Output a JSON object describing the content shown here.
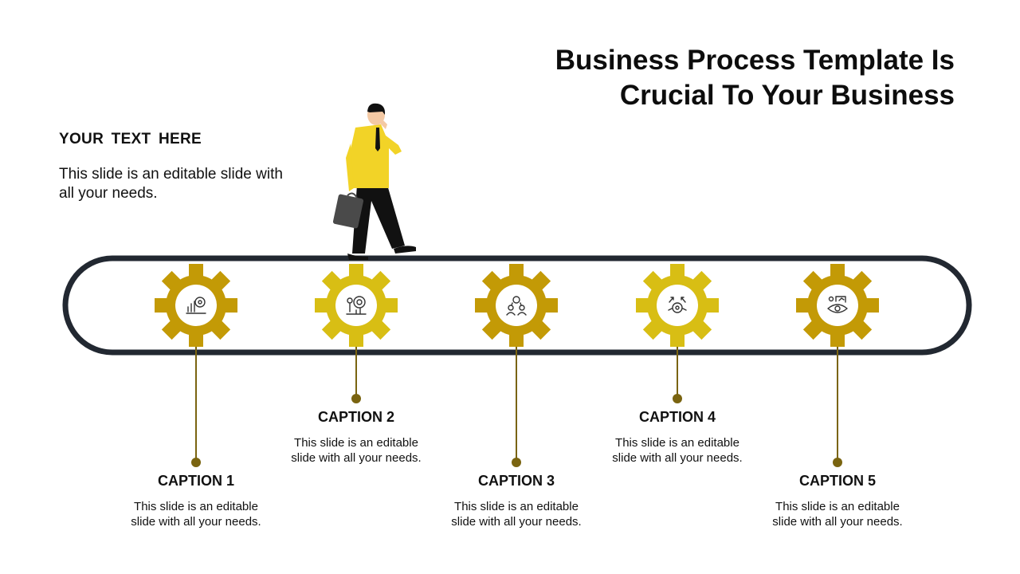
{
  "title": {
    "line1": "Business Process Template Is",
    "line2": "Crucial To Your Business"
  },
  "intro": {
    "heading": "YOUR  TEXT HERE",
    "body": "This slide is an editable slide with all your needs."
  },
  "colors": {
    "track": "#222831",
    "gear_dark": "#c39a06",
    "gear_light": "#d8be14",
    "connector": "#7a6410",
    "suit": "#f2d327"
  },
  "steps": [
    {
      "caption": "CAPTION 1",
      "text": "This slide is an editable slide with all your needs.",
      "icon": "growth-chart-gear-icon"
    },
    {
      "caption": "CAPTION 2",
      "text": "This slide is an editable slide with all your needs.",
      "icon": "target-presenter-icon"
    },
    {
      "caption": "CAPTION 3",
      "text": "This slide is an editable slide with all your needs.",
      "icon": "team-network-icon"
    },
    {
      "caption": "CAPTION 4",
      "text": "This slide is an editable slide with all your needs.",
      "icon": "strategy-arrows-gear-icon"
    },
    {
      "caption": "CAPTION 5",
      "text": "This slide is an editable slide with all your needs.",
      "icon": "vision-eye-chart-icon"
    }
  ]
}
